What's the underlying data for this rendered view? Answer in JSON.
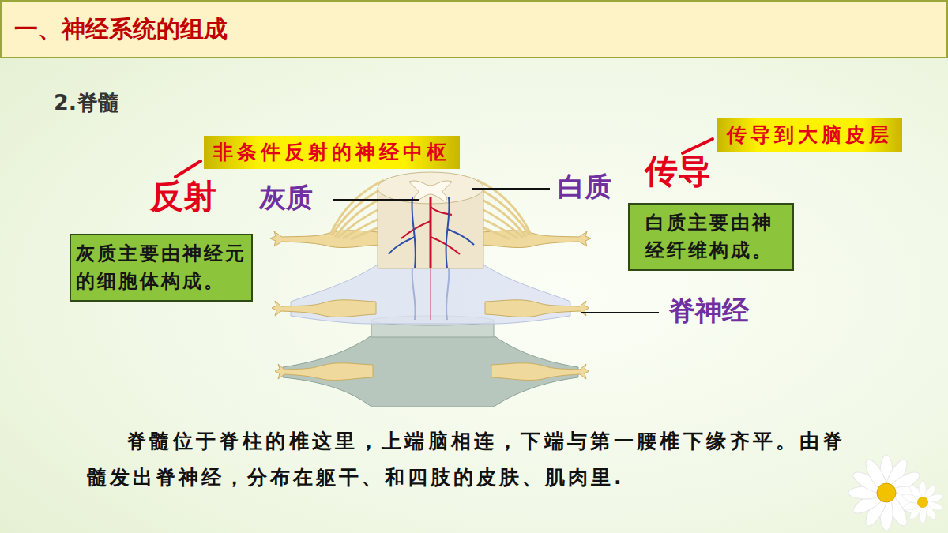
{
  "diagram": {
    "title": "一、神经系统的组成",
    "nodes": [
      {
        "text": [
          "非条件反射的神经中枢"
        ]
      },
      {
        "text": [
          "传导到大脑皮层"
        ]
      },
      {
        "text": [
          "灰质主要由神经元的细胞体构成。"
        ]
      },
      {
        "text": [
          "白质主要由神经纤维构成。"
        ]
      }
    ],
    "labels": [
      "2.脊髓",
      "反射",
      "灰质",
      "白质",
      "传导",
      "脊神经",
      "脊髓位于脊柱的椎这里，上端脑相连，下端与第一腰椎下缘齐平。由脊髓发出脊神经，分布在躯干、和四肢的皮肤、肌肉里."
    ]
  }
}
